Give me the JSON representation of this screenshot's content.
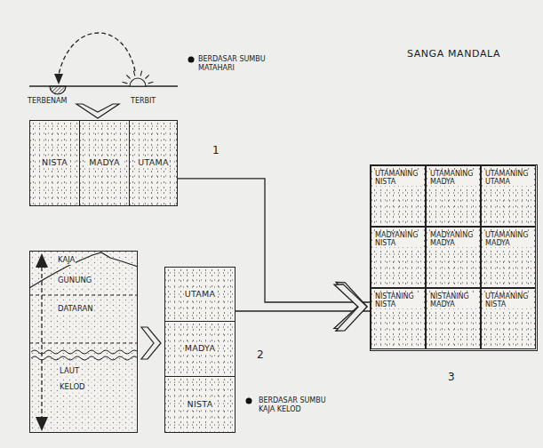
{
  "diagram": {
    "nodes": [
      {
        "text": [
          "NISTA"
        ]
      },
      {
        "text": [
          "MADYA"
        ]
      },
      {
        "text": [
          "UTAMA"
        ]
      },
      {
        "text": [
          "SANGA MANDALA"
        ]
      },
      {
        "text": [
          "UTAMANING NISTA"
        ],
        "in": 3
      },
      {
        "text": [
          "UTAMANING MADYA"
        ],
        "in": 3
      },
      {
        "text": [
          "UTAMANING UTAMA"
        ],
        "in": 3
      },
      {
        "text": [
          "MADYANING NISTA"
        ],
        "in": 3
      },
      {
        "text": [
          "MADYANING MADYA"
        ],
        "in": 3
      },
      {
        "text": [
          "UTAMANING MADYA"
        ],
        "in": 3
      },
      {
        "text": [
          "NISTANING NISTA"
        ],
        "in": 3
      },
      {
        "text": [
          "NISTANING MADYA"
        ],
        "in": 3
      },
      {
        "text": [
          "UTAMANING NISTA"
        ],
        "in": 3
      },
      {
        "text": [
          "KAJA",
          "GUNUNG",
          "DATARAN",
          "LAUT",
          "KELOD"
        ]
      },
      {
        "text": [
          "UTAMA"
        ]
      },
      {
        "text": [
          "MADYA"
        ]
      },
      {
        "text": [
          "NISTA"
        ]
      }
    ],
    "edges": [
      {
        "from": 2,
        "to": 3,
        "arrow": "to"
      },
      {
        "from": 14,
        "to": 3,
        "arrow": "to"
      }
    ],
    "labels": [
      "BERDASAR SUMBU MATAHARI",
      "TERBENAM",
      "TERBIT",
      "1",
      "2",
      "3",
      "BERDASAR SUMBU KAJA KELOD"
    ]
  }
}
